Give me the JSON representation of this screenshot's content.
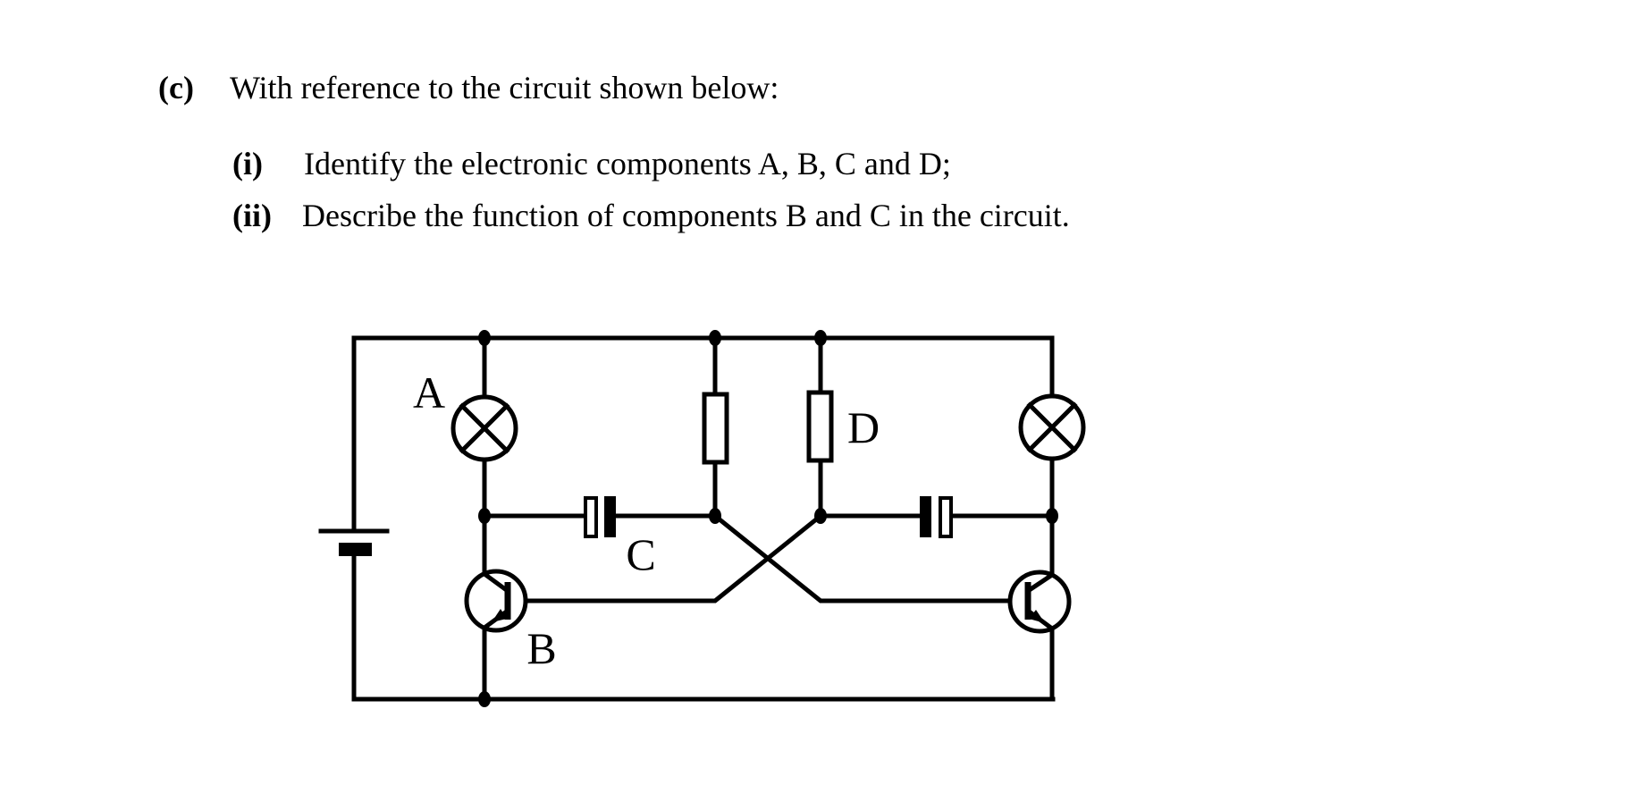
{
  "question": {
    "part_label": "(c)",
    "part_text": "With reference to the circuit shown below:",
    "items": [
      {
        "label": "(i)",
        "text": "Identify the electronic components A, B, C and D;"
      },
      {
        "label": "(ii)",
        "text": "Describe the function of components B and C in the circuit."
      }
    ]
  },
  "circuit": {
    "labels": {
      "a": "A",
      "b": "B",
      "c": "C",
      "d": "D"
    },
    "symbols": [
      "battery-icon",
      "lamp-icon",
      "lamp-icon",
      "resistor-icon",
      "resistor-icon",
      "polarized-capacitor-icon",
      "polarized-capacitor-icon",
      "transistor-icon",
      "transistor-icon"
    ],
    "ink_color": "#000000",
    "background_color": "#ffffff"
  }
}
